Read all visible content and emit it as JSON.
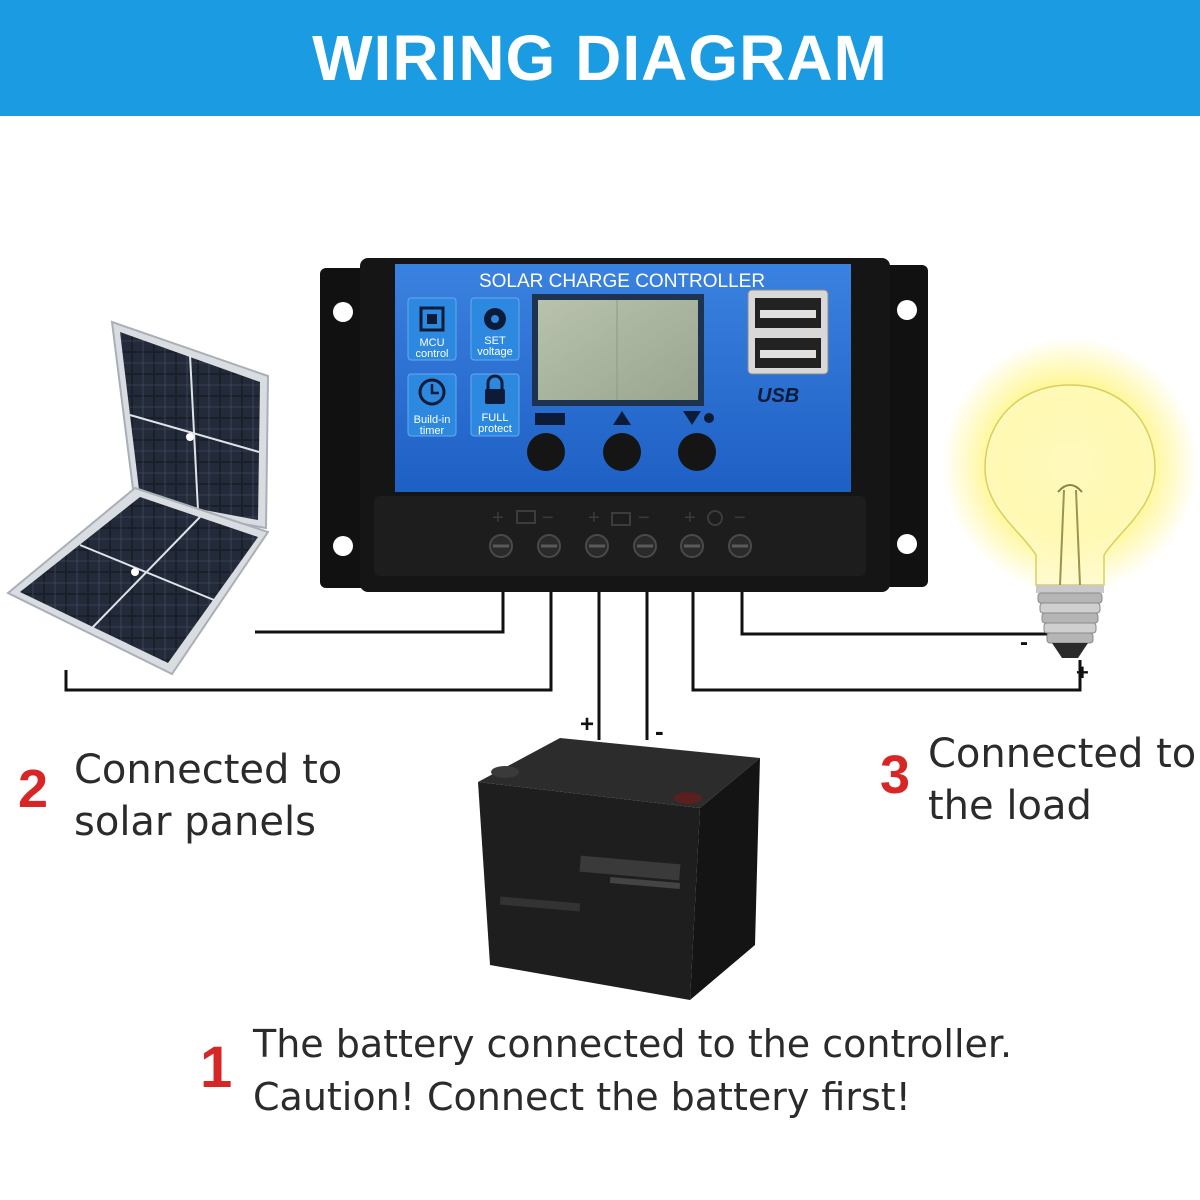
{
  "header": {
    "title": "WIRING DIAGRAM"
  },
  "controller": {
    "title": "SOLAR CHARGE CONTROLLER",
    "features": [
      {
        "icon": "chip-icon",
        "line1": "MCU",
        "line2": "control"
      },
      {
        "icon": "gear-icon",
        "line1": "SET",
        "line2": "voltage"
      },
      {
        "icon": "clock-icon",
        "line1": "Build-in",
        "line2": "timer"
      },
      {
        "icon": "lock-icon",
        "line1": "FULL",
        "line2": "protect"
      }
    ],
    "usb_label": "USB",
    "buttons": [
      "menu-button",
      "up-button",
      "down-button"
    ]
  },
  "polarity": {
    "plus": "+",
    "minus": "-"
  },
  "steps": [
    {
      "number": "1",
      "line1": "The battery connected to the controller.",
      "line2": "Caution! Connect the battery first!"
    },
    {
      "number": "2",
      "line1": "Connected to",
      "line2": "solar panels"
    },
    {
      "number": "3",
      "line1": "Connected to",
      "line2": "the load"
    }
  ],
  "colors": {
    "banner": "#1a9be2",
    "controller_face": "#2f74d6",
    "step_number": "#d62626",
    "bulb_glow": "#fff36a"
  }
}
